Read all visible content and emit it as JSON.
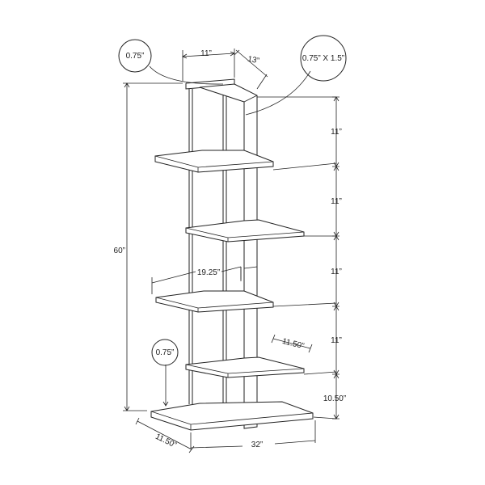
{
  "dimensions": {
    "callout_top_left": "0.75”",
    "top_width": "11”",
    "top_depth": "13”",
    "callout_post": "0.75” X 1.5”",
    "height_total": "60”",
    "gap_1": "11”",
    "gap_2": "11”",
    "gap_3": "11”",
    "gap_4": "11”",
    "gap_base": "10.50”",
    "shelf_width": "19.25”",
    "shelf_depth": "11.50”",
    "callout_shelf": "0.75”",
    "base_depth": "11.50”",
    "base_width": "32”"
  },
  "colors": {
    "line": "#222222",
    "background": "#ffffff"
  }
}
